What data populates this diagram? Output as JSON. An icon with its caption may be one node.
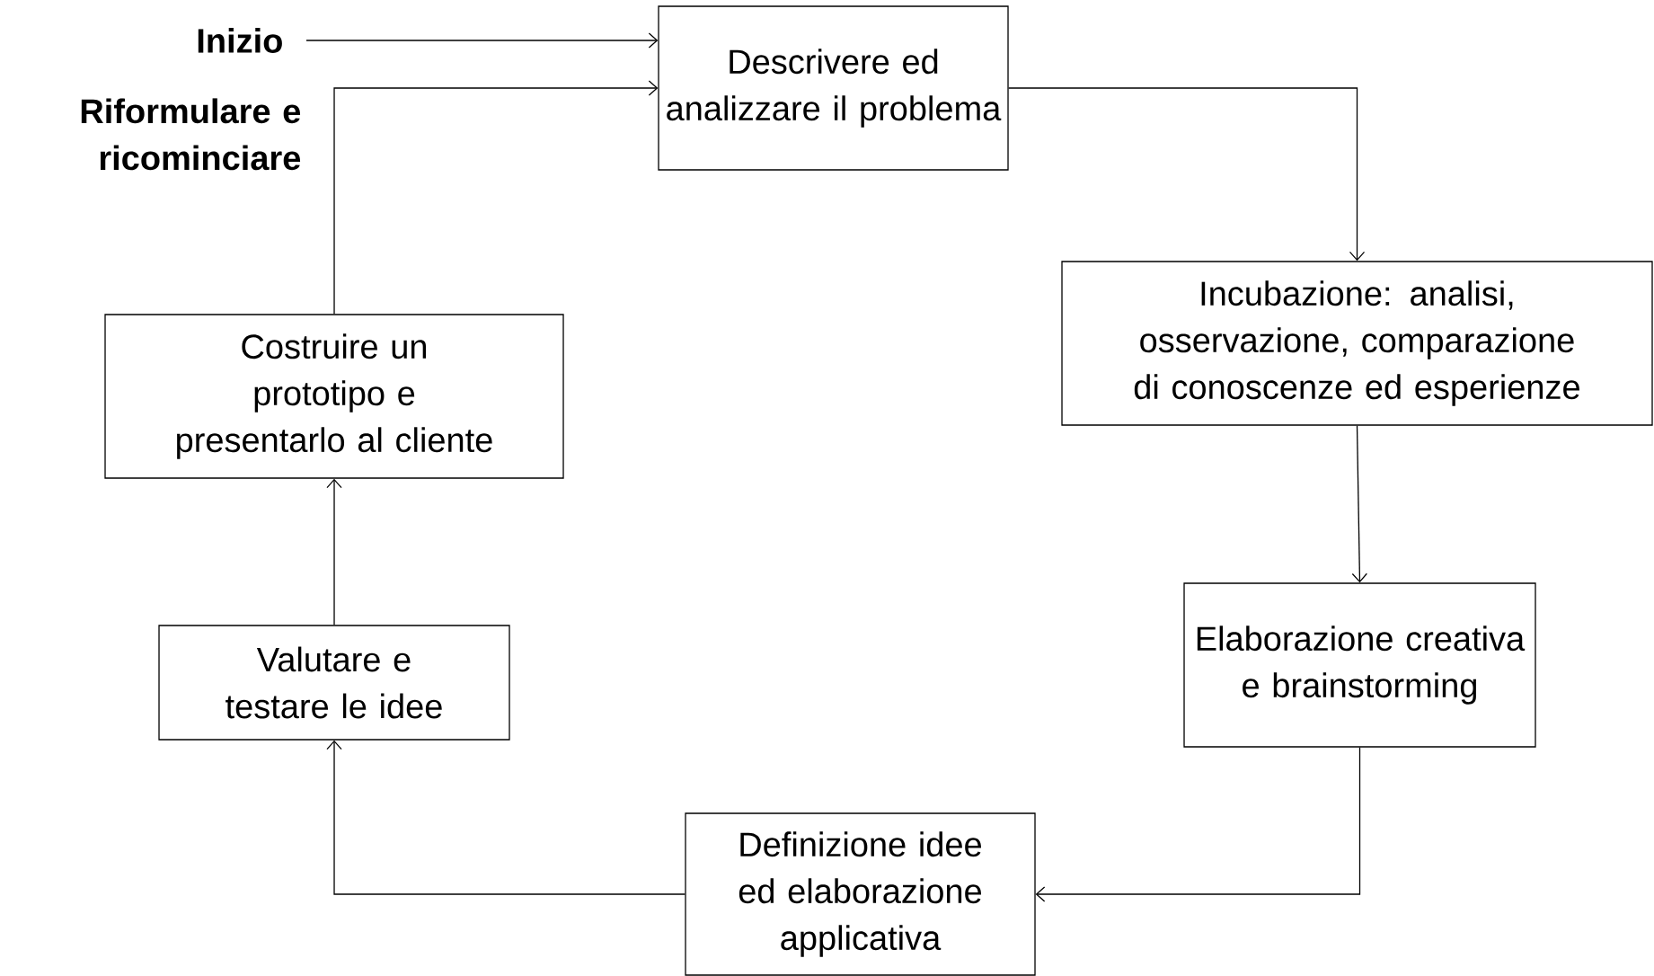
{
  "diagram": {
    "nodes": [
      {
        "text": [
          "Inizio"
        ]
      },
      {
        "text": [
          "Descrivere ed analizzare il problema"
        ]
      },
      {
        "text": [
          "Incubazione: analisi, osservazione, comparazione di conoscenze ed esperienze"
        ]
      },
      {
        "text": [
          "Elaborazione creativa e brainstorming"
        ]
      },
      {
        "text": [
          "Definizione idee ed elaborazione applicativa"
        ]
      },
      {
        "text": [
          "Valutare e testare le idee"
        ]
      },
      {
        "text": [
          "Costruire un prototipo e presentarlo al cliente"
        ]
      }
    ],
    "edges": [
      {
        "from": 0,
        "to": 1,
        "arrow": "to"
      },
      {
        "from": 1,
        "to": 2,
        "arrow": "to"
      },
      {
        "from": 2,
        "to": 3,
        "arrow": "to"
      },
      {
        "from": 3,
        "to": 4,
        "arrow": "to"
      },
      {
        "from": 4,
        "to": 5,
        "arrow": "to"
      },
      {
        "from": 5,
        "to": 6,
        "arrow": "to"
      },
      {
        "from": 6,
        "to": 1,
        "arrow": "to",
        "label": "Riformulare e ricominciare"
      }
    ]
  }
}
